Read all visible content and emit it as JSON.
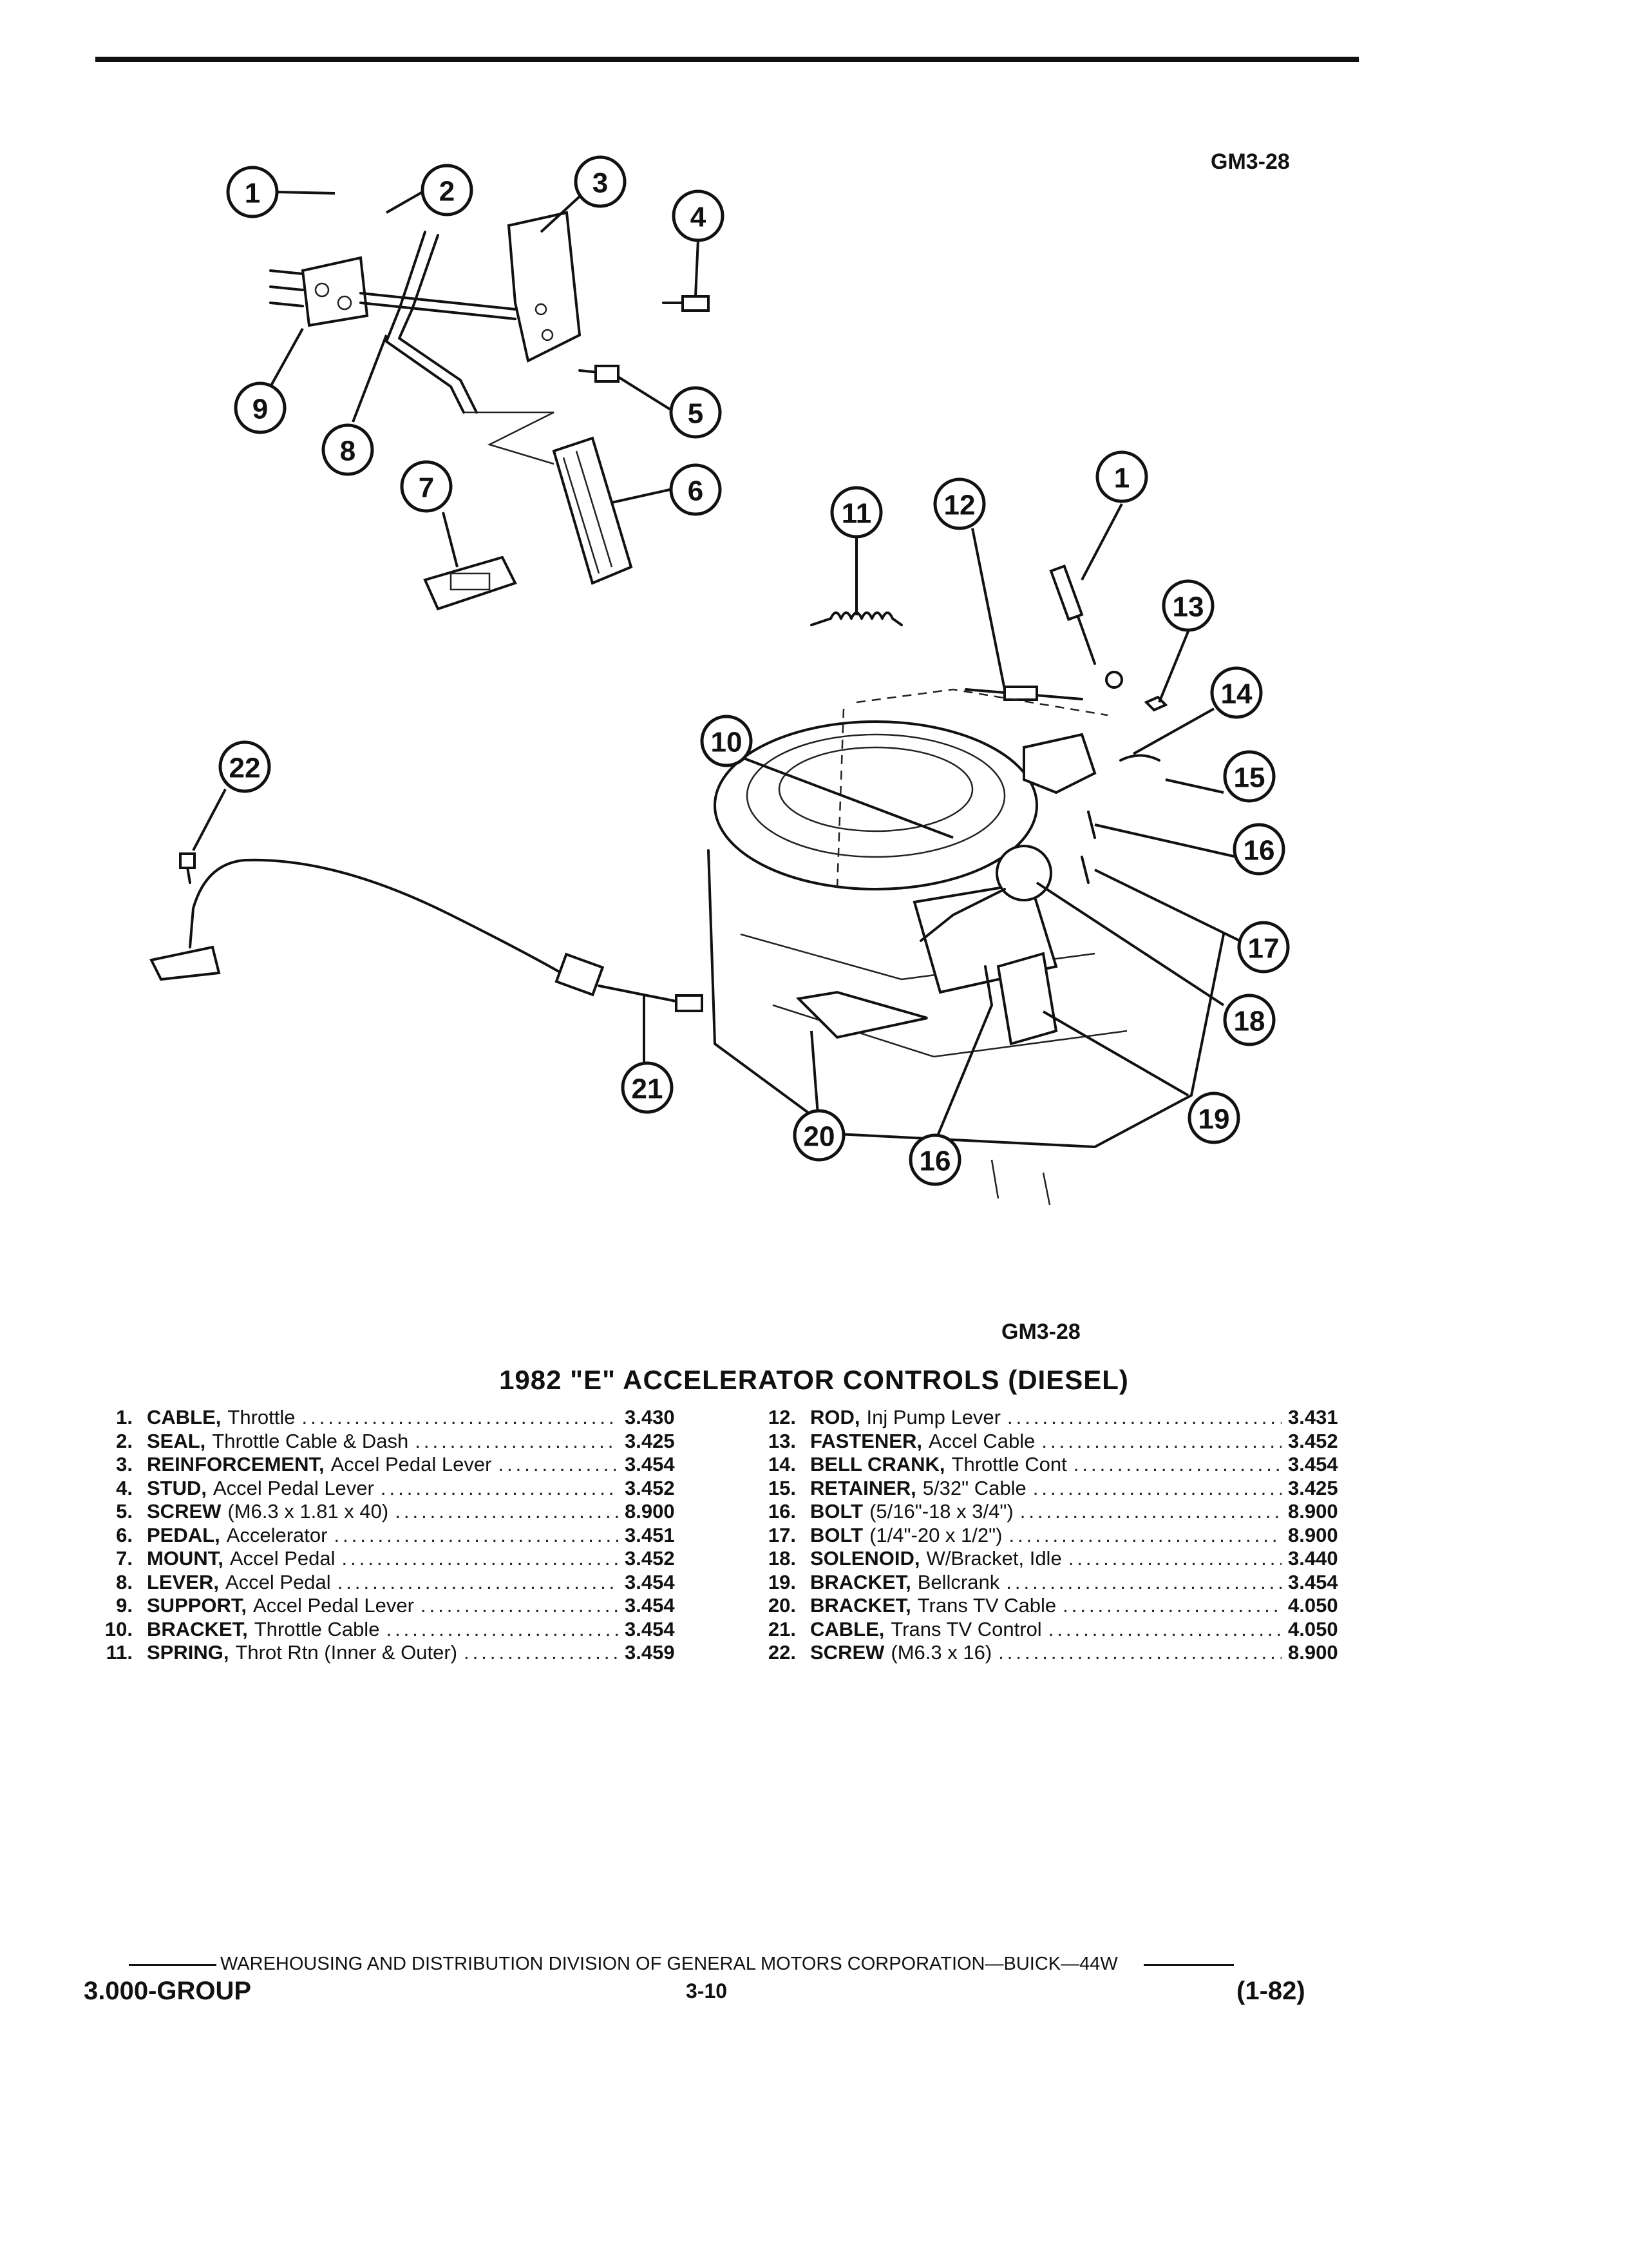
{
  "figure_code_top": "GM3-28",
  "figure_code_bottom": "GM3-28",
  "title": "1982 \"E\" ACCELERATOR CONTROLS (DIESEL)",
  "callouts": [
    "1",
    "2",
    "3",
    "4",
    "5",
    "6",
    "7",
    "8",
    "9",
    "10",
    "11",
    "12",
    "1",
    "13",
    "14",
    "15",
    "16",
    "17",
    "18",
    "19",
    "16",
    "20",
    "21",
    "22"
  ],
  "parts_left": [
    {
      "num": "1.",
      "name": "CABLE,",
      "desc": "Throttle",
      "group": "3.430"
    },
    {
      "num": "2.",
      "name": "SEAL,",
      "desc": "Throttle Cable & Dash",
      "group": "3.425"
    },
    {
      "num": "3.",
      "name": "REINFORCEMENT,",
      "desc": "Accel Pedal Lever",
      "group": "3.454"
    },
    {
      "num": "4.",
      "name": "STUD,",
      "desc": "Accel Pedal Lever",
      "group": "3.452"
    },
    {
      "num": "5.",
      "name": "SCREW",
      "desc": "(M6.3 x 1.81 x 40)",
      "group": "8.900"
    },
    {
      "num": "6.",
      "name": "PEDAL,",
      "desc": "Accelerator",
      "group": "3.451"
    },
    {
      "num": "7.",
      "name": "MOUNT,",
      "desc": "Accel Pedal",
      "group": "3.452"
    },
    {
      "num": "8.",
      "name": "LEVER,",
      "desc": "Accel Pedal",
      "group": "3.454"
    },
    {
      "num": "9.",
      "name": "SUPPORT,",
      "desc": "Accel Pedal Lever",
      "group": "3.454"
    },
    {
      "num": "10.",
      "name": "BRACKET,",
      "desc": "Throttle Cable",
      "group": "3.454"
    },
    {
      "num": "11.",
      "name": "SPRING,",
      "desc": "Throt Rtn (Inner & Outer)",
      "group": "3.459"
    }
  ],
  "parts_right": [
    {
      "num": "12.",
      "name": "ROD,",
      "desc": "Inj Pump Lever",
      "group": "3.431"
    },
    {
      "num": "13.",
      "name": "FASTENER,",
      "desc": "Accel Cable",
      "group": "3.452"
    },
    {
      "num": "14.",
      "name": "BELL CRANK,",
      "desc": "Throttle Cont",
      "group": "3.454"
    },
    {
      "num": "15.",
      "name": "RETAINER,",
      "desc": "5/32\" Cable",
      "group": "3.425"
    },
    {
      "num": "16.",
      "name": "BOLT",
      "desc": "(5/16\"-18 x 3/4\")",
      "group": "8.900"
    },
    {
      "num": "17.",
      "name": "BOLT",
      "desc": "(1/4\"-20 x 1/2\")",
      "group": "8.900"
    },
    {
      "num": "18.",
      "name": "SOLENOID,",
      "desc": "W/Bracket, Idle",
      "group": "3.440"
    },
    {
      "num": "19.",
      "name": "BRACKET,",
      "desc": "Bellcrank",
      "group": "3.454"
    },
    {
      "num": "20.",
      "name": "BRACKET,",
      "desc": "Trans TV Cable",
      "group": "4.050"
    },
    {
      "num": "21.",
      "name": "CABLE,",
      "desc": "Trans TV Control",
      "group": "4.050"
    },
    {
      "num": "22.",
      "name": "SCREW",
      "desc": "(M6.3 x 16)",
      "group": "8.900"
    }
  ],
  "footer": {
    "distribution": "WAREHOUSING AND DISTRIBUTION DIVISION OF GENERAL MOTORS CORPORATION—BUICK—44W",
    "group": "3.000-GROUP",
    "page": "3-10",
    "date": "(1-82)"
  }
}
